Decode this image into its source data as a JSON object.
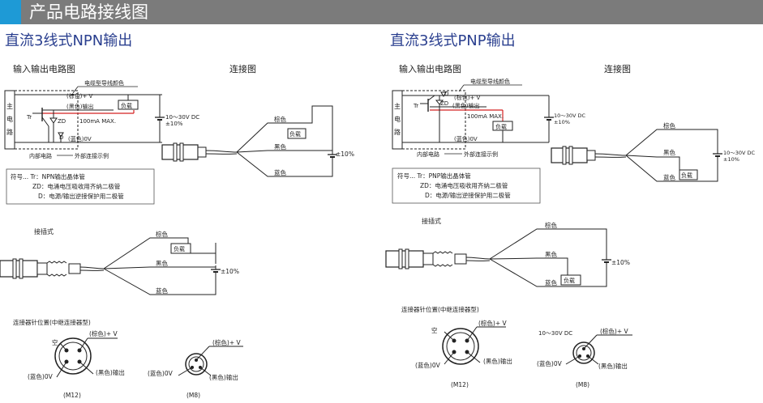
{
  "header": {
    "title": "产品电路接线图"
  },
  "npn": {
    "title": "直流3线式NPN输出",
    "circuit_label": "输入输出电路图",
    "wiring_label": "连接图",
    "main_circuit": [
      "主",
      "电",
      "路"
    ],
    "wire_color_label": "电缆型导线颜色",
    "brown_v": "(棕色)+ V",
    "black_out": "(黑色)输出",
    "blue_0v": "(蓝色)0V",
    "load": "负载",
    "max_current": "100mA MAX.",
    "supply": "10～30V DC",
    "supply_tol": "±10%",
    "tr": "Tr",
    "zd": "ZD",
    "d": "D",
    "internal": "内部电路",
    "external": "外部连接示例",
    "legend": [
      "符号... Tr：NPN输出晶体管",
      "ZD：电涌电压吸收用齐纳二极管",
      "D：电源/输出逆接保护用二极管"
    ],
    "brown": "棕色",
    "black": "黑色",
    "blue": "蓝色",
    "plug_label": "接插式",
    "pin_label": "连接器针位置(中继连接器型)",
    "empty": "空",
    "m12": "(M12)",
    "m8": "(M8)"
  },
  "pnp": {
    "title": "直流3线式PNP输出",
    "circuit_label": "输入输出电路图",
    "wiring_label": "连接图",
    "main_circuit": [
      "主",
      "电",
      "路"
    ],
    "wire_color_label": "电缆型导线颜色",
    "brown_v": "(棕色)+ V",
    "black_out": "(黑色)输出",
    "blue_0v": "(蓝色)0V",
    "load": "负载",
    "max_current": "100mA MAX.",
    "supply": "10～30V DC",
    "supply_tol": "±10%",
    "tr": "Tr",
    "zd": "ZD",
    "d": "D",
    "internal": "内部电路",
    "external": "外部连接示例",
    "legend": [
      "符号... Tr：PNP输出晶体管",
      "ZD：电涌电压吸收用齐纳二极管",
      "D：电源/输出逆接保护用二极管"
    ],
    "brown": "棕色",
    "black": "黑色",
    "blue": "蓝色",
    "plug_label": "接插式",
    "pin_label": "连接器针位置(中继连接器型)",
    "empty": "空",
    "m12": "(M12)",
    "m8": "(M8)",
    "m8_supply": "10～30V DC"
  }
}
